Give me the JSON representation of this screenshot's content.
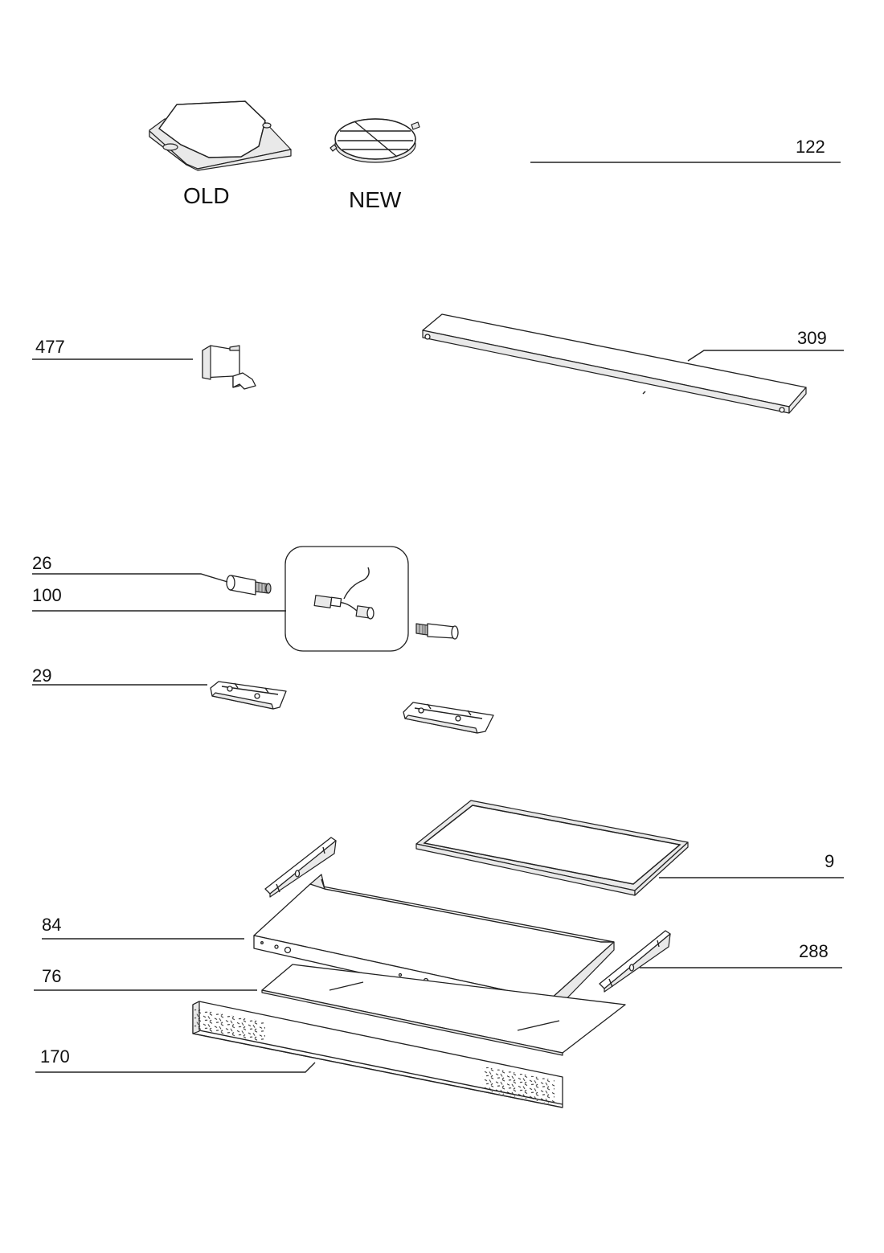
{
  "captions": {
    "old": "OLD",
    "new": "NEW"
  },
  "part_numbers": {
    "p122": "122",
    "p477": "477",
    "p309": "309",
    "p26": "26",
    "p100": "100",
    "p29": "29",
    "p9": "9",
    "p84": "84",
    "p288": "288",
    "p76": "76",
    "p170": "170"
  }
}
